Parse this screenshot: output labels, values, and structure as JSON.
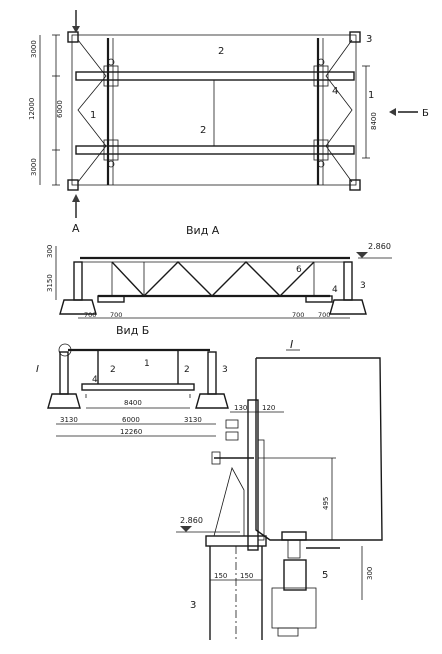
{
  "plan": {
    "labels": [
      "1",
      "2",
      "3",
      "4",
      "Б",
      "А"
    ],
    "dims": [
      "3000",
      "6000",
      "3000",
      "12000",
      "8400"
    ]
  },
  "view_a": {
    "title": "Вид А",
    "level": "2.860",
    "dims": [
      "300",
      "3150",
      "700",
      "700",
      "700",
      "700"
    ],
    "labels": [
      "6",
      "4",
      "3"
    ]
  },
  "view_b": {
    "title": "Вид Б",
    "labels": [
      "I",
      "2",
      "1",
      "2",
      "4",
      "3"
    ],
    "dims": [
      "8400",
      "3130",
      "6000",
      "3130",
      "12260"
    ]
  },
  "detail": {
    "title": "I",
    "level": "2.860",
    "dims": [
      "130",
      "120",
      "495",
      "150",
      "150",
      "300"
    ],
    "labels": [
      "5",
      "3"
    ]
  }
}
